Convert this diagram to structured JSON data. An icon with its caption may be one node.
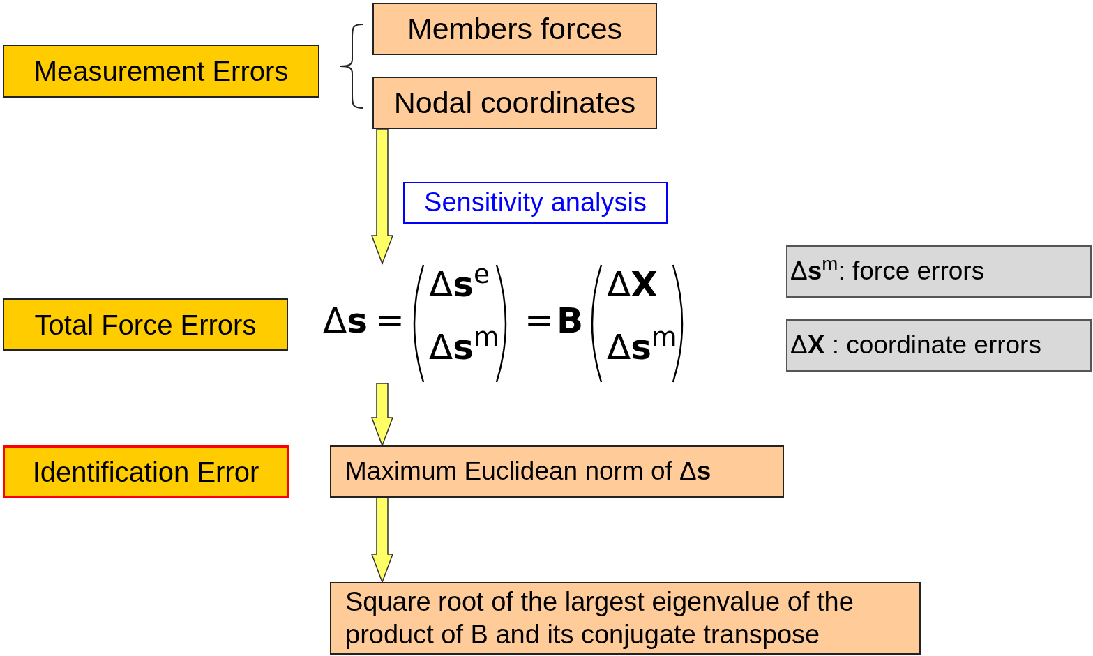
{
  "diagram": {
    "nodes": [
      {
        "text": [
          "Measurement Errors"
        ]
      },
      {
        "text": [
          "Members forces"
        ]
      },
      {
        "text": [
          "Nodal coordinates"
        ]
      },
      {
        "text": [
          "Sensitivity analysis"
        ]
      },
      {
        "text": [
          "Total Force Errors"
        ]
      },
      {
        "text": [
          "Δ**s**",
          "=",
          "Δ**s**$^{e}$",
          "Δ**s**$^{m}$",
          "=",
          "B",
          "Δ**X**",
          "Δ**s**$^{m}$"
        ]
      },
      {
        "text": [
          "Δ**s**$^{m}$: force errors"
        ]
      },
      {
        "text": [
          "Δ**X** : coordinate errors"
        ]
      },
      {
        "text": [
          "Identification Error"
        ]
      },
      {
        "text": [
          "Maximum Euclidean norm of Δ**s**"
        ]
      },
      {
        "text": [
          "Square root of the largest eigenvalue of the product of B and its conjugate transpose"
        ]
      }
    ],
    "edges": [
      {
        "from": 2,
        "to": 5,
        "arrow": "to"
      },
      {
        "from": 5,
        "to": 9,
        "arrow": "to"
      },
      {
        "from": 9,
        "to": 10,
        "arrow": "to"
      }
    ]
  }
}
